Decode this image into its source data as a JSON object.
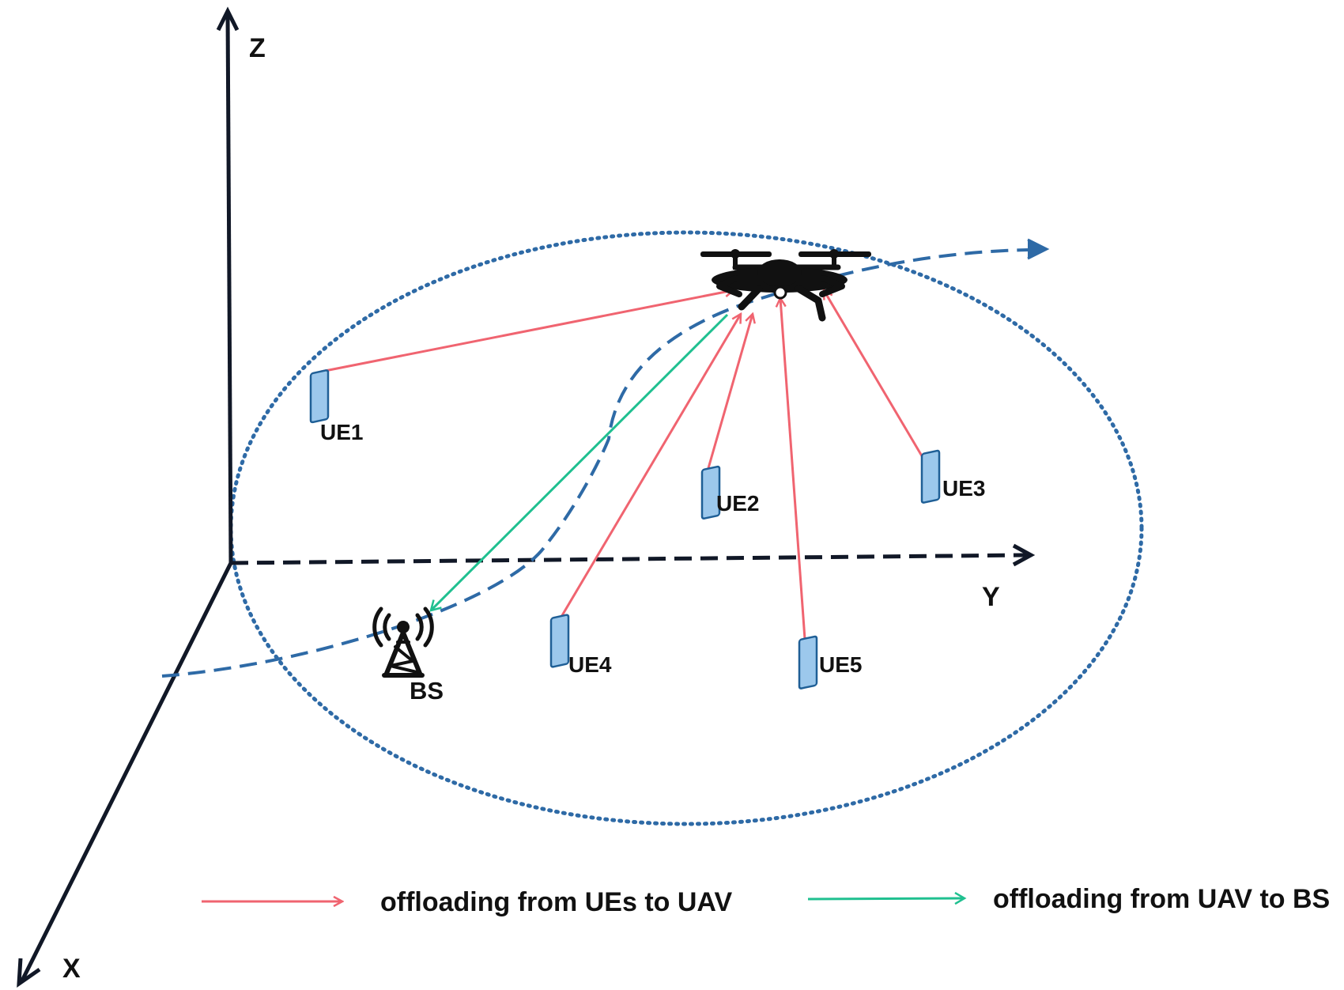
{
  "axes": {
    "z": "Z",
    "y": "Y",
    "x": "X"
  },
  "nodes": {
    "ue1": "UE1",
    "ue2": "UE2",
    "ue3": "UE3",
    "ue4": "UE4",
    "ue5": "UE5",
    "bs": "BS"
  },
  "legend": {
    "ue_to_uav": "offloading from UEs to UAV",
    "uav_to_bs": "offloading from UAV to BS"
  },
  "colors": {
    "ue_to_uav": "#f06470",
    "uav_to_bs": "#20c090",
    "trajectory": "#2e6aa6",
    "coverage": "#2e6aa6",
    "axis": "#111827",
    "device": "#9cc8ec"
  },
  "icons": {
    "uav": "drone-icon",
    "bs": "cell-tower-icon",
    "ue": "phone-icon"
  }
}
